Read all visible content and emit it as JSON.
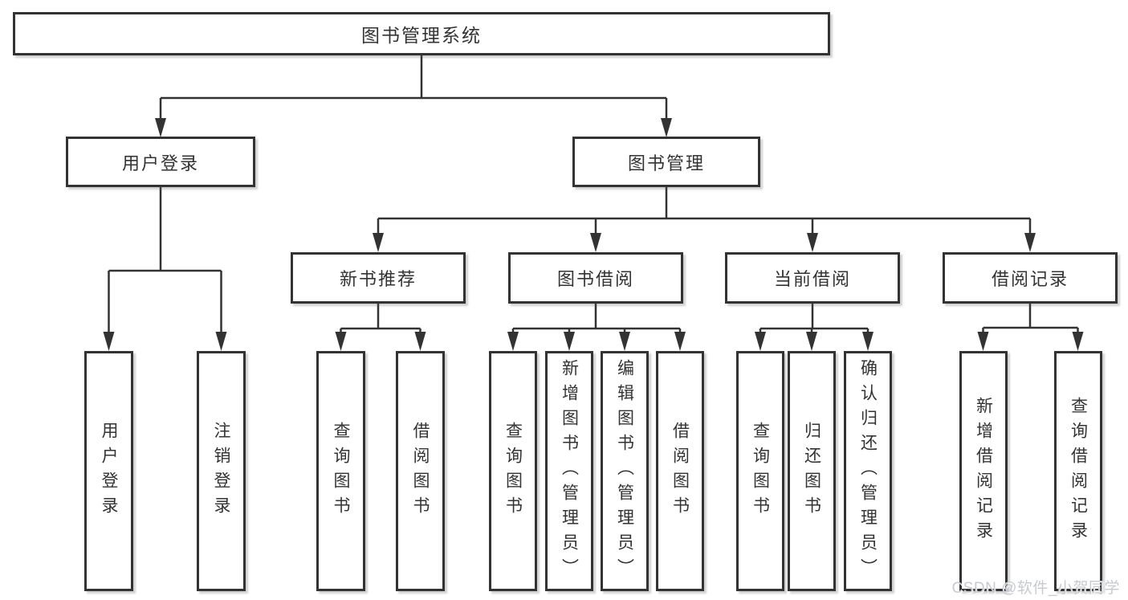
{
  "diagram": {
    "root": {
      "label": "图书管理系统"
    },
    "branches": [
      {
        "label": "用户登录",
        "children": [
          {
            "label": "用户登录"
          },
          {
            "label": "注销登录"
          }
        ]
      },
      {
        "label": "图书管理",
        "children": [
          {
            "label": "新书推荐",
            "children": [
              {
                "label": "查询图书"
              },
              {
                "label": "借阅图书"
              }
            ]
          },
          {
            "label": "图书借阅",
            "children": [
              {
                "label": "查询图书"
              },
              {
                "label": "新增图书（管理员）"
              },
              {
                "label": "编辑图书（管理员）"
              },
              {
                "label": "借阅图书"
              }
            ]
          },
          {
            "label": "当前借阅",
            "children": [
              {
                "label": "查询图书"
              },
              {
                "label": "归还图书"
              },
              {
                "label": "确认归还（管理员）"
              }
            ]
          },
          {
            "label": "借阅记录",
            "children": [
              {
                "label": "新增借阅记录"
              },
              {
                "label": "查询借阅记录"
              }
            ]
          }
        ]
      }
    ]
  },
  "watermark": {
    "text": "CSDN @软件_小贺同学"
  },
  "colors": {
    "line": "#333333",
    "box_border": "#333333",
    "text": "#333333",
    "background": "#ffffff",
    "watermark": "#c7cad1"
  }
}
